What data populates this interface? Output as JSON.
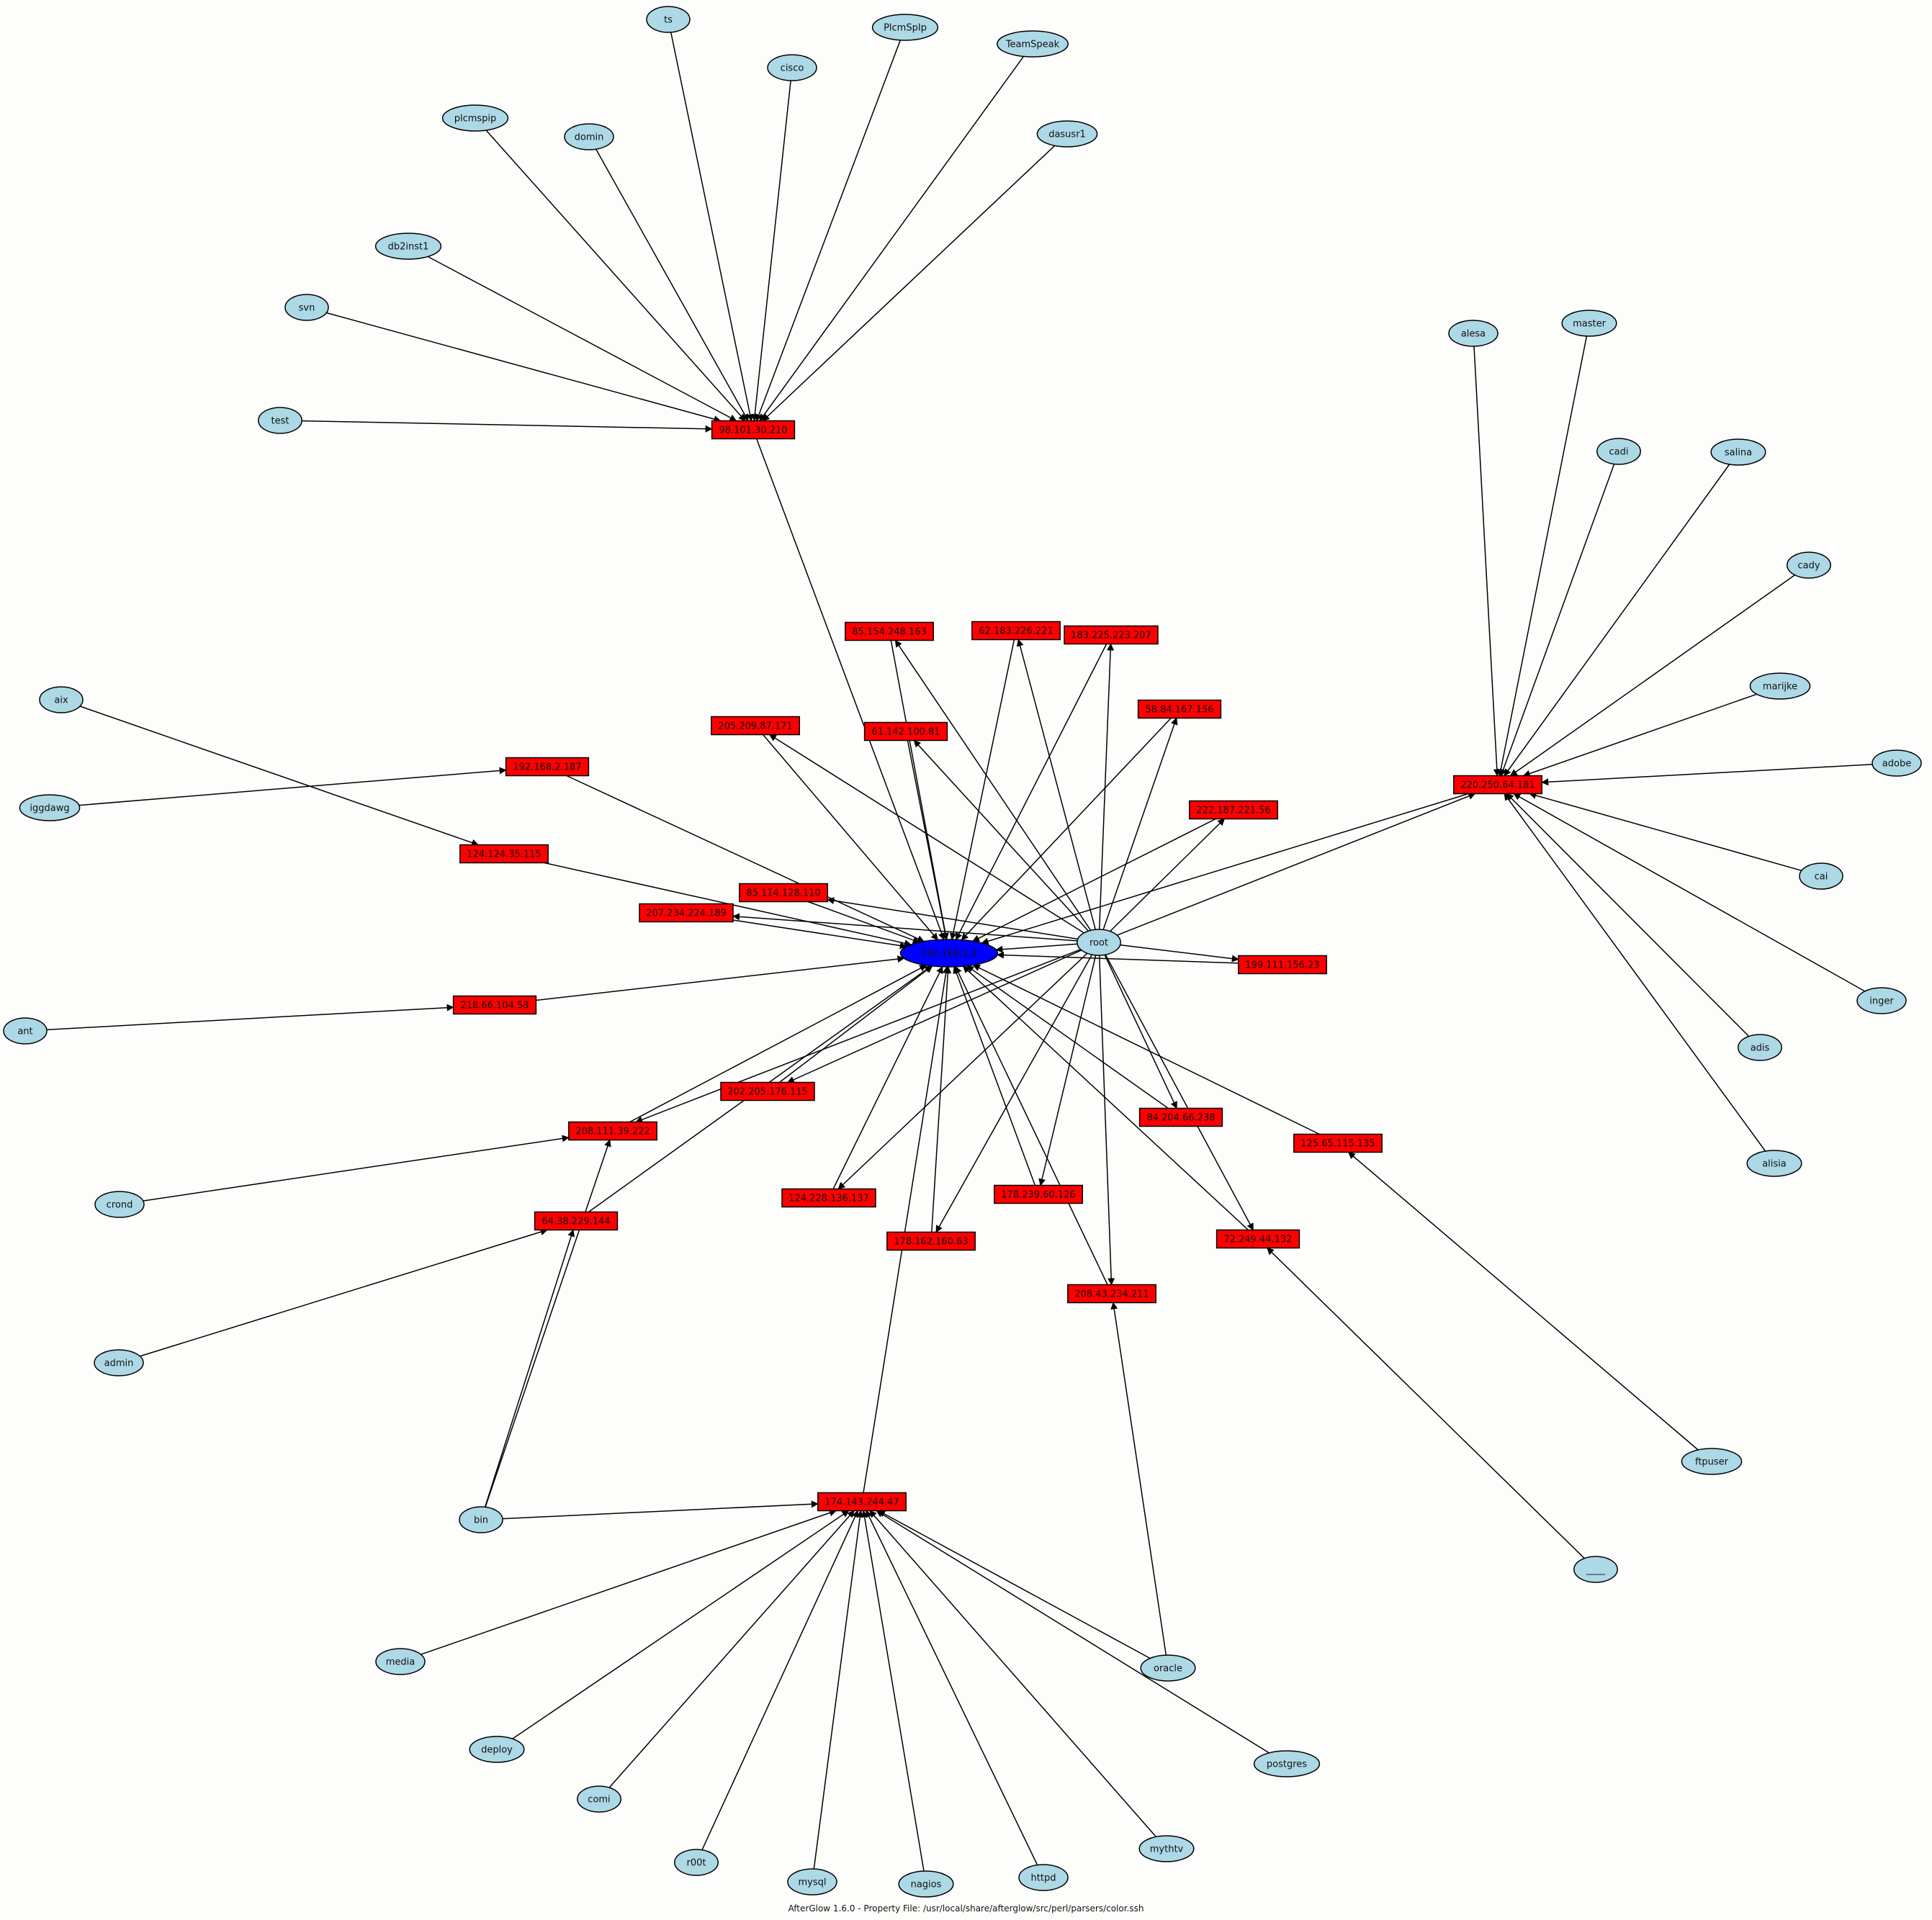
{
  "footer": "AfterGlow 1.6.0 - Property File: /usr/local/share/afterglow/src/perl/parsers/color.ssh",
  "colors": {
    "user_fill": "#add8e6",
    "ip_fill": "#ff0000",
    "center_fill": "#0000ff",
    "edge": "#000000",
    "background": "#fdfdfb"
  },
  "nodes": [
    {
      "id": "n_ts",
      "label": "ts",
      "kind": "user"
    },
    {
      "id": "n_plcmspip_cap",
      "label": "PlcmSpIp",
      "kind": "user"
    },
    {
      "id": "n_cisco",
      "label": "cisco",
      "kind": "user"
    },
    {
      "id": "n_teamspeak",
      "label": "TeamSpeak",
      "kind": "user"
    },
    {
      "id": "n_plcmspip",
      "label": "plcmspip",
      "kind": "user"
    },
    {
      "id": "n_domin",
      "label": "domin",
      "kind": "user"
    },
    {
      "id": "n_dasusr1",
      "label": "dasusr1",
      "kind": "user"
    },
    {
      "id": "n_db2inst1",
      "label": "db2inst1",
      "kind": "user"
    },
    {
      "id": "n_svn",
      "label": "svn",
      "kind": "user"
    },
    {
      "id": "n_test",
      "label": "test",
      "kind": "user"
    },
    {
      "id": "n_alesa",
      "label": "alesa",
      "kind": "user"
    },
    {
      "id": "n_master",
      "label": "master",
      "kind": "user"
    },
    {
      "id": "n_cadi",
      "label": "cadi",
      "kind": "user"
    },
    {
      "id": "n_salina",
      "label": "salina",
      "kind": "user"
    },
    {
      "id": "n_cady",
      "label": "cady",
      "kind": "user"
    },
    {
      "id": "n_marijke",
      "label": "marijke",
      "kind": "user"
    },
    {
      "id": "n_adobe",
      "label": "adobe",
      "kind": "user"
    },
    {
      "id": "n_cai",
      "label": "cai",
      "kind": "user"
    },
    {
      "id": "n_inger",
      "label": "inger",
      "kind": "user"
    },
    {
      "id": "n_adis",
      "label": "adis",
      "kind": "user"
    },
    {
      "id": "n_alisia",
      "label": "alisia",
      "kind": "user"
    },
    {
      "id": "n_aix",
      "label": "aix",
      "kind": "user"
    },
    {
      "id": "n_iggdawg",
      "label": "iggdawg",
      "kind": "user"
    },
    {
      "id": "n_ant",
      "label": "ant",
      "kind": "user"
    },
    {
      "id": "n_root",
      "label": "root",
      "kind": "user"
    },
    {
      "id": "n_crond",
      "label": "crond",
      "kind": "user"
    },
    {
      "id": "n_admin",
      "label": "admin",
      "kind": "user"
    },
    {
      "id": "n_bin",
      "label": "bin",
      "kind": "user"
    },
    {
      "id": "n_ftpuser",
      "label": "ftpuser",
      "kind": "user"
    },
    {
      "id": "n_blank",
      "label": "____",
      "kind": "user"
    },
    {
      "id": "n_media",
      "label": "media",
      "kind": "user"
    },
    {
      "id": "n_deploy",
      "label": "deploy",
      "kind": "user"
    },
    {
      "id": "n_comi",
      "label": "comi",
      "kind": "user"
    },
    {
      "id": "n_r00t",
      "label": "r00t",
      "kind": "user"
    },
    {
      "id": "n_mysql",
      "label": "mysql",
      "kind": "user"
    },
    {
      "id": "n_nagios",
      "label": "nagios",
      "kind": "user"
    },
    {
      "id": "n_httpd",
      "label": "httpd",
      "kind": "user"
    },
    {
      "id": "n_mythtv",
      "label": "mythtv",
      "kind": "user"
    },
    {
      "id": "n_oracle",
      "label": "oracle",
      "kind": "user"
    },
    {
      "id": "n_postgres",
      "label": "postgres",
      "kind": "user"
    },
    {
      "id": "n_center",
      "label": "192.168.1.2",
      "kind": "center"
    },
    {
      "id": "ip_98",
      "label": "98.101.30.210",
      "kind": "ip"
    },
    {
      "id": "ip_220",
      "label": "220.250.64.181",
      "kind": "ip"
    },
    {
      "id": "ip_85_154",
      "label": "85.154.248.163",
      "kind": "ip"
    },
    {
      "id": "ip_62",
      "label": "62.183.226.221",
      "kind": "ip"
    },
    {
      "id": "ip_183",
      "label": "183.225.223.207",
      "kind": "ip"
    },
    {
      "id": "ip_58",
      "label": "58.84.167.156",
      "kind": "ip"
    },
    {
      "id": "ip_205",
      "label": "205.209.87.171",
      "kind": "ip"
    },
    {
      "id": "ip_61",
      "label": "61.142.100.81",
      "kind": "ip"
    },
    {
      "id": "ip_222",
      "label": "222.187.221.56",
      "kind": "ip"
    },
    {
      "id": "ip_192",
      "label": "192.168.2.187",
      "kind": "ip"
    },
    {
      "id": "ip_124_124",
      "label": "124.124.35.115",
      "kind": "ip"
    },
    {
      "id": "ip_85_114",
      "label": "85.114.128.110",
      "kind": "ip"
    },
    {
      "id": "ip_207",
      "label": "207.234.224.189",
      "kind": "ip"
    },
    {
      "id": "ip_199",
      "label": "199.111.156.23",
      "kind": "ip"
    },
    {
      "id": "ip_218",
      "label": "218.66.104.58",
      "kind": "ip"
    },
    {
      "id": "ip_202",
      "label": "202.205.176.115",
      "kind": "ip"
    },
    {
      "id": "ip_208_111",
      "label": "208.111.39.222",
      "kind": "ip"
    },
    {
      "id": "ip_84",
      "label": "84.204.66.238",
      "kind": "ip"
    },
    {
      "id": "ip_125",
      "label": "125.65.115.135",
      "kind": "ip"
    },
    {
      "id": "ip_124_228",
      "label": "124.228.136.137",
      "kind": "ip"
    },
    {
      "id": "ip_178_239",
      "label": "178.239.60.126",
      "kind": "ip"
    },
    {
      "id": "ip_64",
      "label": "64.38.229.144",
      "kind": "ip"
    },
    {
      "id": "ip_178_162",
      "label": "178.162.160.63",
      "kind": "ip"
    },
    {
      "id": "ip_72",
      "label": "72.249.44.132",
      "kind": "ip"
    },
    {
      "id": "ip_208_43",
      "label": "208.43.234.211",
      "kind": "ip"
    },
    {
      "id": "ip_174",
      "label": "174.143.244.47",
      "kind": "ip"
    }
  ],
  "edges": [
    [
      "n_ts",
      "ip_98"
    ],
    [
      "n_plcmspip_cap",
      "ip_98"
    ],
    [
      "n_cisco",
      "ip_98"
    ],
    [
      "n_teamspeak",
      "ip_98"
    ],
    [
      "n_plcmspip",
      "ip_98"
    ],
    [
      "n_domin",
      "ip_98"
    ],
    [
      "n_dasusr1",
      "ip_98"
    ],
    [
      "n_db2inst1",
      "ip_98"
    ],
    [
      "n_svn",
      "ip_98"
    ],
    [
      "n_test",
      "ip_98"
    ],
    [
      "ip_98",
      "n_center"
    ],
    [
      "n_alesa",
      "ip_220"
    ],
    [
      "n_master",
      "ip_220"
    ],
    [
      "n_cadi",
      "ip_220"
    ],
    [
      "n_salina",
      "ip_220"
    ],
    [
      "n_cady",
      "ip_220"
    ],
    [
      "n_marijke",
      "ip_220"
    ],
    [
      "n_adobe",
      "ip_220"
    ],
    [
      "n_cai",
      "ip_220"
    ],
    [
      "n_inger",
      "ip_220"
    ],
    [
      "n_adis",
      "ip_220"
    ],
    [
      "n_alisia",
      "ip_220"
    ],
    [
      "n_root",
      "ip_220"
    ],
    [
      "ip_220",
      "n_center"
    ],
    [
      "n_aix",
      "ip_124_124"
    ],
    [
      "ip_124_124",
      "n_center"
    ],
    [
      "n_iggdawg",
      "ip_192"
    ],
    [
      "ip_192",
      "n_center"
    ],
    [
      "n_ant",
      "ip_218"
    ],
    [
      "ip_218",
      "n_center"
    ],
    [
      "n_crond",
      "ip_208_111"
    ],
    [
      "ip_208_111",
      "n_center"
    ],
    [
      "n_admin",
      "ip_64"
    ],
    [
      "ip_64",
      "n_center"
    ],
    [
      "n_bin",
      "ip_64"
    ],
    [
      "n_bin",
      "ip_208_111"
    ],
    [
      "n_bin",
      "ip_174"
    ],
    [
      "n_ftpuser",
      "ip_125"
    ],
    [
      "ip_125",
      "n_center"
    ],
    [
      "n_blank",
      "ip_72"
    ],
    [
      "ip_72",
      "n_center"
    ],
    [
      "n_oracle",
      "ip_208_43"
    ],
    [
      "n_oracle",
      "ip_174"
    ],
    [
      "n_root",
      "n_center"
    ],
    [
      "n_root",
      "ip_85_154"
    ],
    [
      "n_root",
      "ip_62"
    ],
    [
      "n_root",
      "ip_183"
    ],
    [
      "n_root",
      "ip_58"
    ],
    [
      "n_root",
      "ip_205"
    ],
    [
      "n_root",
      "ip_61"
    ],
    [
      "n_root",
      "ip_222"
    ],
    [
      "n_root",
      "ip_85_114"
    ],
    [
      "n_root",
      "ip_207"
    ],
    [
      "n_root",
      "ip_199"
    ],
    [
      "n_root",
      "ip_202"
    ],
    [
      "n_root",
      "ip_208_111"
    ],
    [
      "n_root",
      "ip_84"
    ],
    [
      "n_root",
      "ip_124_228"
    ],
    [
      "n_root",
      "ip_178_239"
    ],
    [
      "n_root",
      "ip_178_162"
    ],
    [
      "n_root",
      "ip_72"
    ],
    [
      "n_root",
      "ip_208_43"
    ],
    [
      "ip_85_154",
      "n_center"
    ],
    [
      "ip_62",
      "n_center"
    ],
    [
      "ip_183",
      "n_center"
    ],
    [
      "ip_58",
      "n_center"
    ],
    [
      "ip_205",
      "n_center"
    ],
    [
      "ip_61",
      "n_center"
    ],
    [
      "ip_222",
      "n_center"
    ],
    [
      "ip_85_114",
      "n_center"
    ],
    [
      "ip_207",
      "n_center"
    ],
    [
      "ip_199",
      "n_center"
    ],
    [
      "ip_202",
      "n_center"
    ],
    [
      "ip_84",
      "n_center"
    ],
    [
      "ip_124_228",
      "n_center"
    ],
    [
      "ip_178_239",
      "n_center"
    ],
    [
      "ip_178_162",
      "n_center"
    ],
    [
      "ip_208_43",
      "n_center"
    ],
    [
      "ip_174",
      "n_center"
    ],
    [
      "n_media",
      "ip_174"
    ],
    [
      "n_deploy",
      "ip_174"
    ],
    [
      "n_comi",
      "ip_174"
    ],
    [
      "n_r00t",
      "ip_174"
    ],
    [
      "n_mysql",
      "ip_174"
    ],
    [
      "n_nagios",
      "ip_174"
    ],
    [
      "n_httpd",
      "ip_174"
    ],
    [
      "n_mythtv",
      "ip_174"
    ],
    [
      "n_postgres",
      "ip_174"
    ]
  ]
}
